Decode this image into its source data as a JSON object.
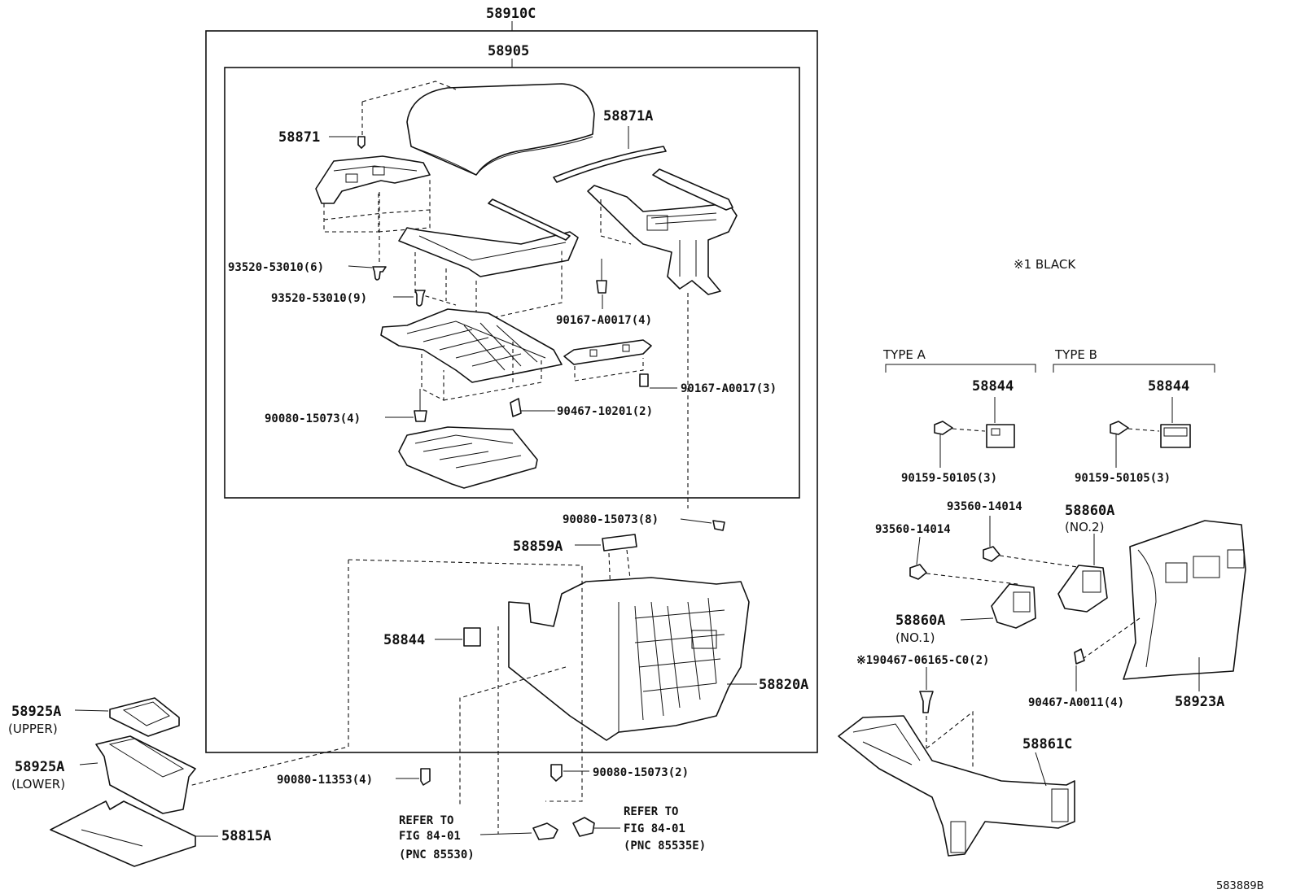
{
  "labels": {
    "assy_outer": "58910C",
    "assy_inner": "58905",
    "lid_screw": "58871",
    "lid_trim": "58871A",
    "screw_6": "93520-53010(6)",
    "screw_9": "93520-53010(9)",
    "bolt_4a": "90167-A0017(4)",
    "bolt_3": "90167-A0017(3)",
    "bolt_15073_4": "90080-15073(4)",
    "clip_2": "90467-10201(2)",
    "bolt_15073_8": "90080-15073(8)",
    "bracket": "58859A",
    "switch_bracket": "58844",
    "console_box": "58820A",
    "holder_upper": "58925A",
    "holder_upper_note": "(UPPER)",
    "holder_lower": "58925A",
    "holder_lower_note": "(LOWER)",
    "mat": "58815A",
    "bolt_11353": "90080-11353(4)",
    "bolt_15073_2": "90080-15073(2)",
    "refer1_a": "REFER TO",
    "refer1_b": "FIG 84-01",
    "refer1_c": "(PNC 85530)",
    "refer2_a": "REFER TO",
    "refer2_b": "FIG 84-01",
    "refer2_c": "(PNC 85535E)",
    "note_black": "※1 BLACK",
    "type_a": "TYPE A",
    "type_b": "TYPE B",
    "type_a_part": "58844",
    "type_b_part": "58844",
    "type_a_screw": "90159-50105(3)",
    "type_b_screw": "90159-50105(3)",
    "screw_14014_a": "93560-14014",
    "screw_14014_b": "93560-14014",
    "vent_no2": "58860A",
    "vent_no2_note": "(NO.2)",
    "vent_no1": "58860A",
    "vent_no1_note": "(NO.1)",
    "clip_06165": "※190467-06165-C0(2)",
    "clip_a0011": "90467-A0011(4)",
    "panel": "58923A",
    "duct": "58861C",
    "figure_code": "583889B"
  }
}
